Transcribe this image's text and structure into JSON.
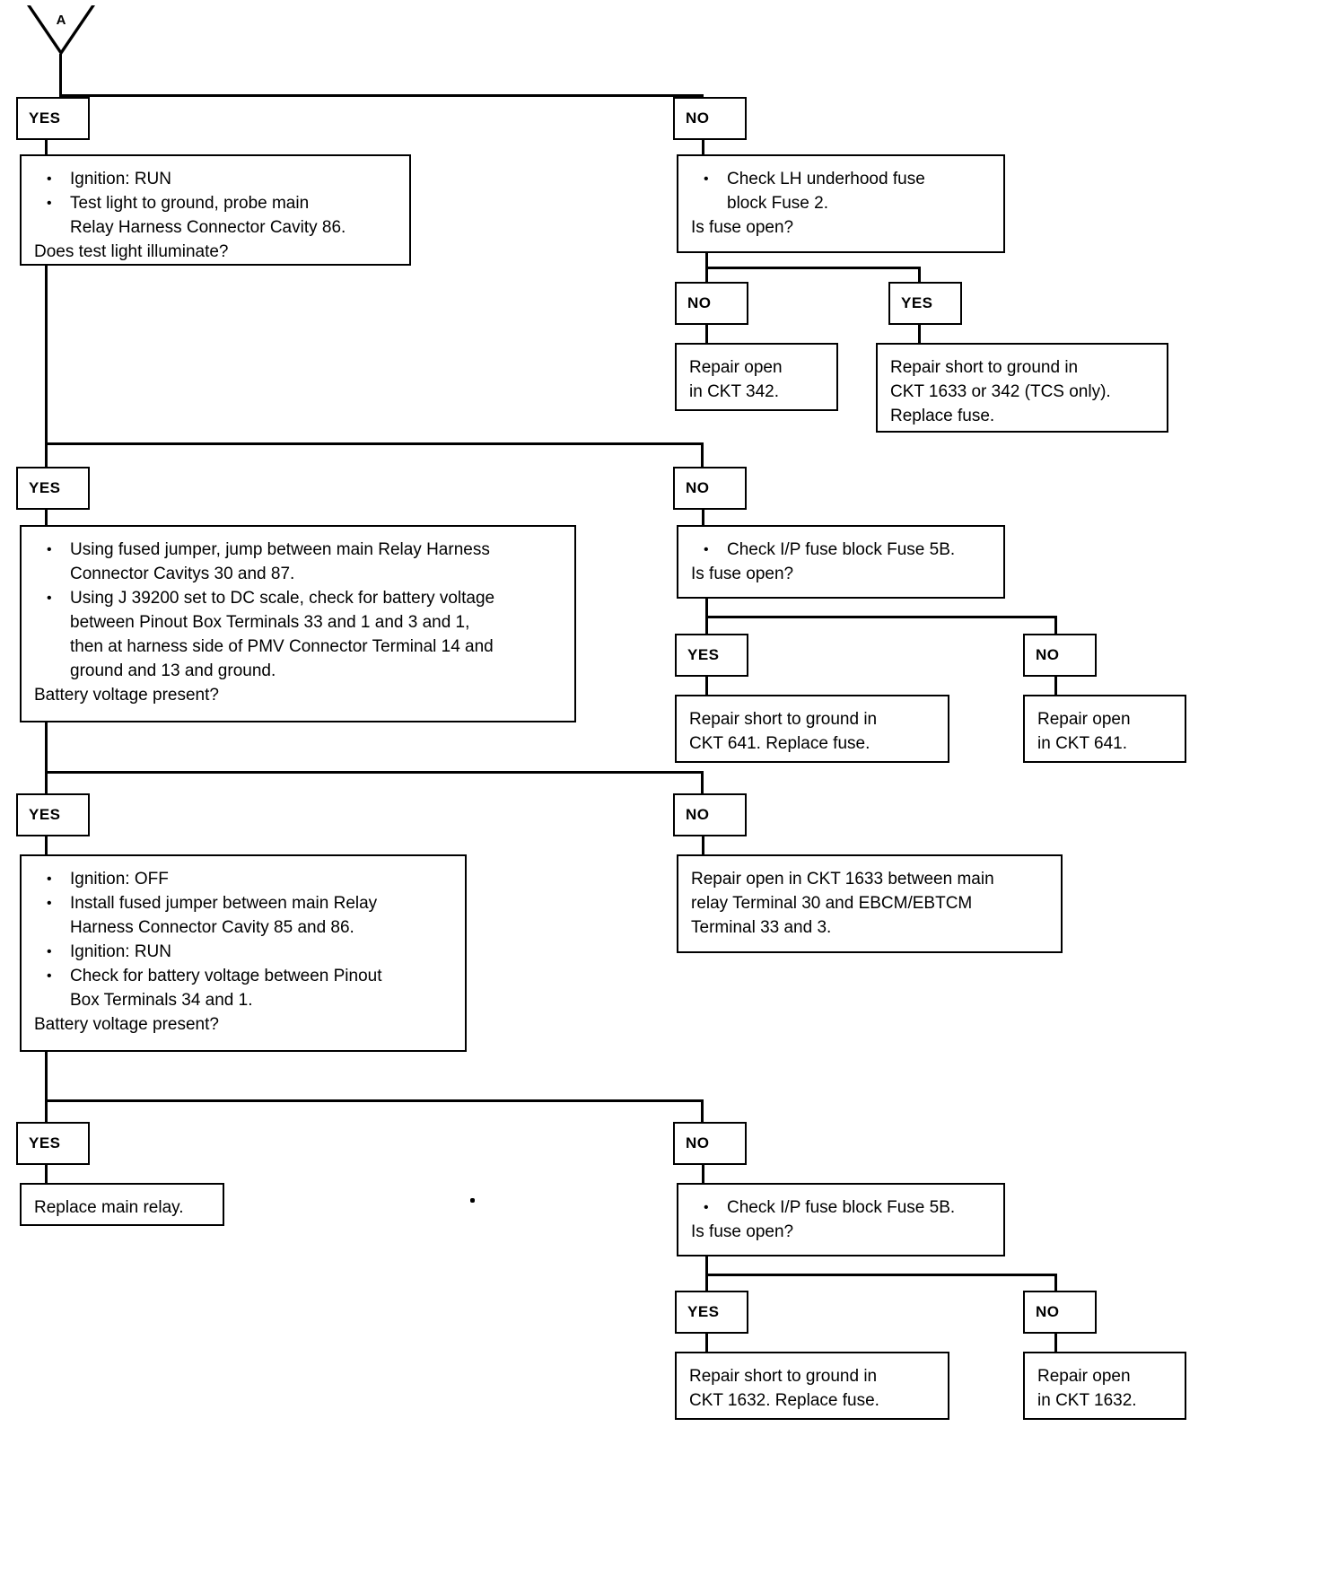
{
  "document": {
    "type": "diagnostic-flowchart",
    "connector_label": "A"
  },
  "branch_labels": {
    "yes": "YES",
    "no": "NO"
  },
  "steps": [
    {
      "id": "q1",
      "question_lines": [
        "Ignition: RUN",
        "Test light to ground, probe main",
        "Relay Harness Connector Cavity 86.",
        "Does test light illuminate?"
      ]
    },
    {
      "id": "q1-no",
      "question_lines": [
        "Check LH underhood fuse",
        "block Fuse 2.",
        "Is fuse open?"
      ]
    },
    {
      "id": "q1-no-no",
      "result_lines": [
        "Repair open",
        "in CKT 342."
      ]
    },
    {
      "id": "q1-no-yes",
      "result_lines": [
        "Repair short to ground in",
        "CKT 1633 or 342 (TCS only).",
        "Replace fuse."
      ]
    },
    {
      "id": "q2",
      "question_lines": [
        "Using fused jumper, jump between main Relay Harness",
        "Connector Cavitys 30 and 87.",
        "Using J 39200 set to DC scale, check for battery voltage",
        "between Pinout Box Terminals 33 and 1 and 3 and 1,",
        "then at harness side of PMV Connector Terminal 14 and",
        "ground and 13 and ground.",
        "Battery voltage present?"
      ]
    },
    {
      "id": "q2-no",
      "question_lines": [
        "Check I/P fuse block Fuse 5B.",
        "Is fuse open?"
      ]
    },
    {
      "id": "q2-no-yes",
      "result_lines": [
        "Repair short to ground in",
        "CKT 641. Replace fuse."
      ]
    },
    {
      "id": "q2-no-no",
      "result_lines": [
        "Repair open",
        "in CKT 641."
      ]
    },
    {
      "id": "q3",
      "question_lines": [
        "Ignition: OFF",
        "Install fused jumper between main Relay",
        "Harness Connector Cavity 85 and 86.",
        "Ignition: RUN",
        "Check for battery voltage between Pinout",
        "Box Terminals 34 and 1.",
        "Battery voltage present?"
      ]
    },
    {
      "id": "q3-no",
      "result_lines": [
        "Repair open in CKT 1633 between main",
        "relay Terminal 30 and EBCM/EBTCM",
        "Terminal 33 and 3."
      ]
    },
    {
      "id": "q4-yes",
      "result_lines": [
        "Replace main relay."
      ]
    },
    {
      "id": "q4-no",
      "question_lines": [
        "Check I/P fuse block Fuse 5B.",
        "Is fuse open?"
      ]
    },
    {
      "id": "q4-no-yes",
      "result_lines": [
        "Repair short to ground in",
        "CKT 1632. Replace fuse."
      ]
    },
    {
      "id": "q4-no-no",
      "result_lines": [
        "Repair open",
        "in CKT 1632."
      ]
    }
  ],
  "text": {
    "q1": {
      "b1": "Ignition: RUN",
      "b2": "Test light to ground, probe main",
      "b2c": "Relay Harness Connector Cavity 86.",
      "q": "Does test light illuminate?"
    },
    "q1no": {
      "b1": "Check LH underhood fuse",
      "b1c": "block Fuse 2.",
      "q": "Is fuse open?"
    },
    "q1nono": {
      "l1": "Repair open",
      "l2": "in CKT 342."
    },
    "q1noyes": {
      "l1": "Repair short to ground in",
      "l2": "CKT 1633 or 342 (TCS only).",
      "l3": "Replace fuse."
    },
    "q2": {
      "b1": "Using fused jumper, jump between main Relay Harness",
      "b1c": "Connector Cavitys 30 and 87.",
      "b2": "Using J 39200 set to DC scale, check for battery voltage",
      "b2c1": "between Pinout Box Terminals 33 and 1 and 3 and 1,",
      "b2c2": "then at harness side of PMV Connector Terminal 14 and",
      "b2c3": "ground and 13 and ground.",
      "q": "Battery voltage present?"
    },
    "q2no": {
      "b1": "Check I/P fuse block Fuse 5B.",
      "q": "Is fuse open?"
    },
    "q2noyes": {
      "l1": "Repair short to ground in",
      "l2": "CKT 641. Replace fuse."
    },
    "q2nono": {
      "l1": "Repair open",
      "l2": "in CKT 641."
    },
    "q3": {
      "b1": "Ignition: OFF",
      "b2": "Install fused jumper between main Relay",
      "b2c": "Harness Connector Cavity 85 and 86.",
      "b3": "Ignition: RUN",
      "b4": "Check for battery voltage between Pinout",
      "b4c": "Box Terminals 34 and 1.",
      "q": "Battery voltage present?"
    },
    "q3no": {
      "l1": "Repair open in CKT 1633 between main",
      "l2": "relay Terminal 30 and EBCM/EBTCM",
      "l3": "Terminal 33 and 3."
    },
    "q4yes": {
      "l1": "Replace main relay."
    },
    "q4no": {
      "b1": "Check I/P fuse block Fuse 5B.",
      "q": "Is fuse open?"
    },
    "q4noyes": {
      "l1": "Repair short to ground in",
      "l2": "CKT 1632. Replace fuse."
    },
    "q4nono": {
      "l1": "Repair open",
      "l2": "in CKT 1632."
    }
  },
  "labels": {
    "yes1": "YES",
    "no1": "NO",
    "no1no": "NO",
    "no1yes": "YES",
    "yes2": "YES",
    "no2": "NO",
    "no2yes": "YES",
    "no2no": "NO",
    "yes3": "YES",
    "no3": "NO",
    "yes4": "YES",
    "no4": "NO",
    "no4yes": "YES",
    "no4no": "NO"
  }
}
